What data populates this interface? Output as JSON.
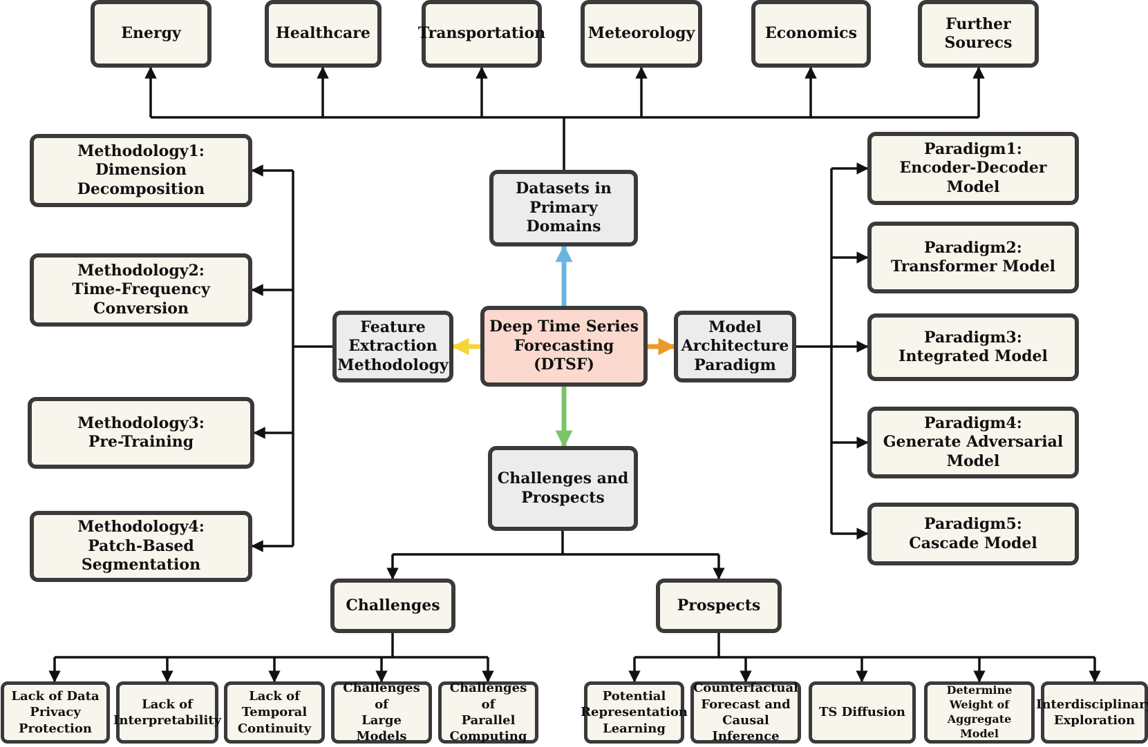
{
  "center": "Deep Time Series\nForecasting (DTSF)",
  "datasets": {
    "hub": "Datasets in\nPrimary Domains",
    "items": [
      "Energy",
      "Healthcare",
      "Transportation",
      "Meteorology",
      "Economics",
      "Further\nSourecs"
    ]
  },
  "features": {
    "hub": "Feature\nExtraction\nMethodology",
    "items": [
      "Methodology1:\nDimension Decomposition",
      "Methodology2:\nTime-Frequency Conversion",
      "Methodology3:\nPre-Training",
      "Methodology4:\nPatch-Based Segmentation"
    ]
  },
  "models": {
    "hub": "Model\nArchitecture\nParadigm",
    "items": [
      "Paradigm1:\nEncoder-Decoder Model",
      "Paradigm2:\nTransformer Model",
      "Paradigm3:\nIntegrated Model",
      "Paradigm4:\nGenerate Adversarial\nModel",
      "Paradigm5:\nCascade Model"
    ]
  },
  "challenges_prospects": {
    "hub": "Challenges and\nProspects",
    "challenges": {
      "label": "Challenges",
      "items": [
        "Lack of Data\nPrivacy\nProtection",
        "Lack of\nInterpretability",
        "Lack of\nTemporal\nContinuity",
        "Challenges of\nLarge Models",
        "Challenges of\nParallel\nComputing"
      ]
    },
    "prospects": {
      "label": "Prospects",
      "items": [
        "Potential\nRepresentation\nLearning",
        "Counterfactual\nForecast and\nCausal Inference",
        "TS Diffusion",
        "Determine\nWeight of\nAggregate\nModel",
        "Interdisciplinary\nExploration"
      ]
    }
  },
  "colors": {
    "box_fill": "#f7f5ec",
    "hub_fill": "#ececec",
    "center_fill": "#fbd9ce",
    "border": "#3a3a3a",
    "arrow_up": "#6cb4e0",
    "arrow_left": "#f2d63a",
    "arrow_right": "#eb9a2a",
    "arrow_down": "#7cc46a"
  }
}
